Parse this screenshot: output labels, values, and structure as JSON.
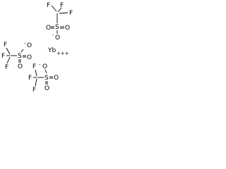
{
  "structure": {
    "metal": {
      "symbol": "Yb",
      "charge": "+++"
    },
    "triflates": [
      {
        "name": "triflate-top-right",
        "atoms": {
          "c": "C",
          "f1": "F",
          "f2": "F",
          "f3": "F",
          "s": "S",
          "o1": "O",
          "o2": "O",
          "o3": "O"
        },
        "anion_charge": "-"
      },
      {
        "name": "triflate-left",
        "atoms": {
          "c": "C",
          "f1": "F",
          "f2": "F",
          "f3": "F",
          "s": "S",
          "o1": "O",
          "o2": "O",
          "o3": "O"
        },
        "anion_charge": "-"
      },
      {
        "name": "triflate-bottom",
        "atoms": {
          "c": "C",
          "f1": "F",
          "f2": "F",
          "f3": "F",
          "s": "S",
          "o1": "O",
          "o2": "O",
          "o3": "O"
        },
        "anion_charge": "-"
      }
    ]
  }
}
